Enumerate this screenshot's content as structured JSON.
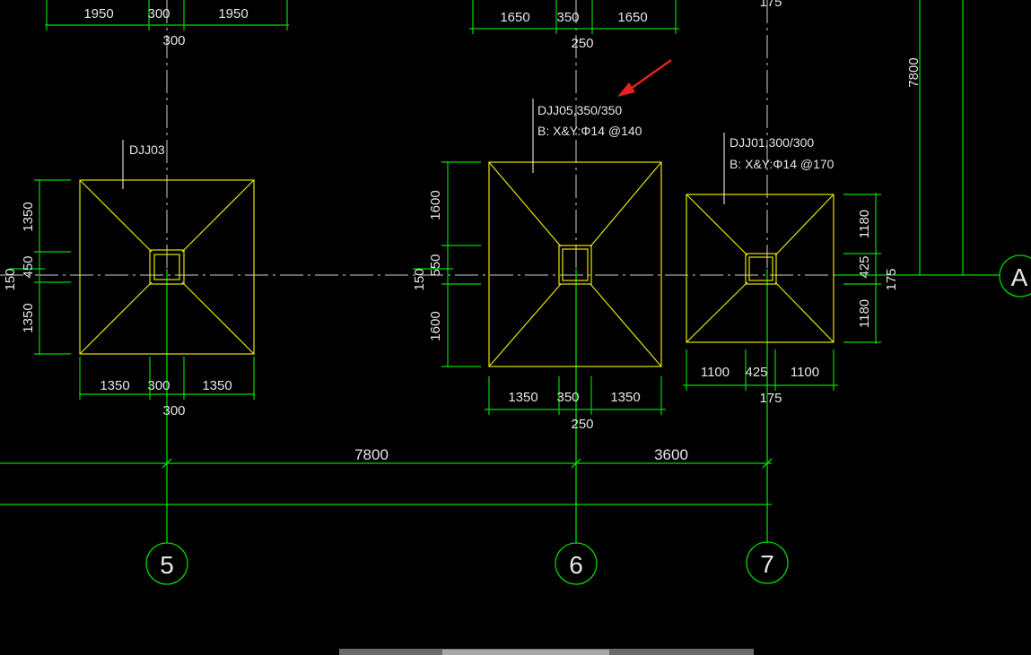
{
  "colors": {
    "background": "#000000",
    "dimension": "#00d600",
    "footing": "#e6e600",
    "text": "#e6e6e6",
    "leader": "#ffffff",
    "centerline": "#cfcfcf",
    "arrow": "#e32222"
  },
  "top_dims": {
    "left": [
      "1950",
      "300",
      "1950",
      "300"
    ],
    "mid": [
      "1650",
      "350",
      "1650",
      "250"
    ],
    "right": [
      "175"
    ]
  },
  "vertical_dim": "7800",
  "footings": [
    {
      "label": "DJJ03",
      "label_lines": [
        "DJJ03"
      ],
      "dims_bottom": [
        "1350",
        "300",
        "1350"
      ],
      "dims_bottom_total": "300",
      "dims_left": [
        "1350",
        "450",
        "1350"
      ],
      "dims_left_extra": "150"
    },
    {
      "label_lines": [
        "DJJ05,350/350",
        "B: X&Y:Φ14 @140"
      ],
      "dims_bottom": [
        "1350",
        "350",
        "1350"
      ],
      "dims_bottom_total": "250",
      "dims_left": [
        "1600",
        "550",
        "1600"
      ],
      "dims_left_extra": "150"
    },
    {
      "label_lines": [
        "DJJ01,300/300",
        "B: X&Y:Φ14 @170"
      ],
      "dims_bottom": [
        "1100",
        "425",
        "1100"
      ],
      "dims_bottom_total": "175",
      "dims_right": [
        "1180",
        "425",
        "1180"
      ],
      "dims_right_extra": "175"
    }
  ],
  "spans": [
    "7800",
    "3600"
  ],
  "axes": {
    "vertical": [
      "5",
      "6",
      "7"
    ],
    "horizontal": [
      "A"
    ]
  }
}
